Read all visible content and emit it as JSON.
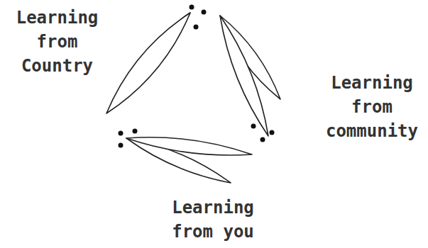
{
  "diagram": {
    "labels": [
      "Learning from Country",
      "Learning from community",
      "Learning from you"
    ]
  }
}
